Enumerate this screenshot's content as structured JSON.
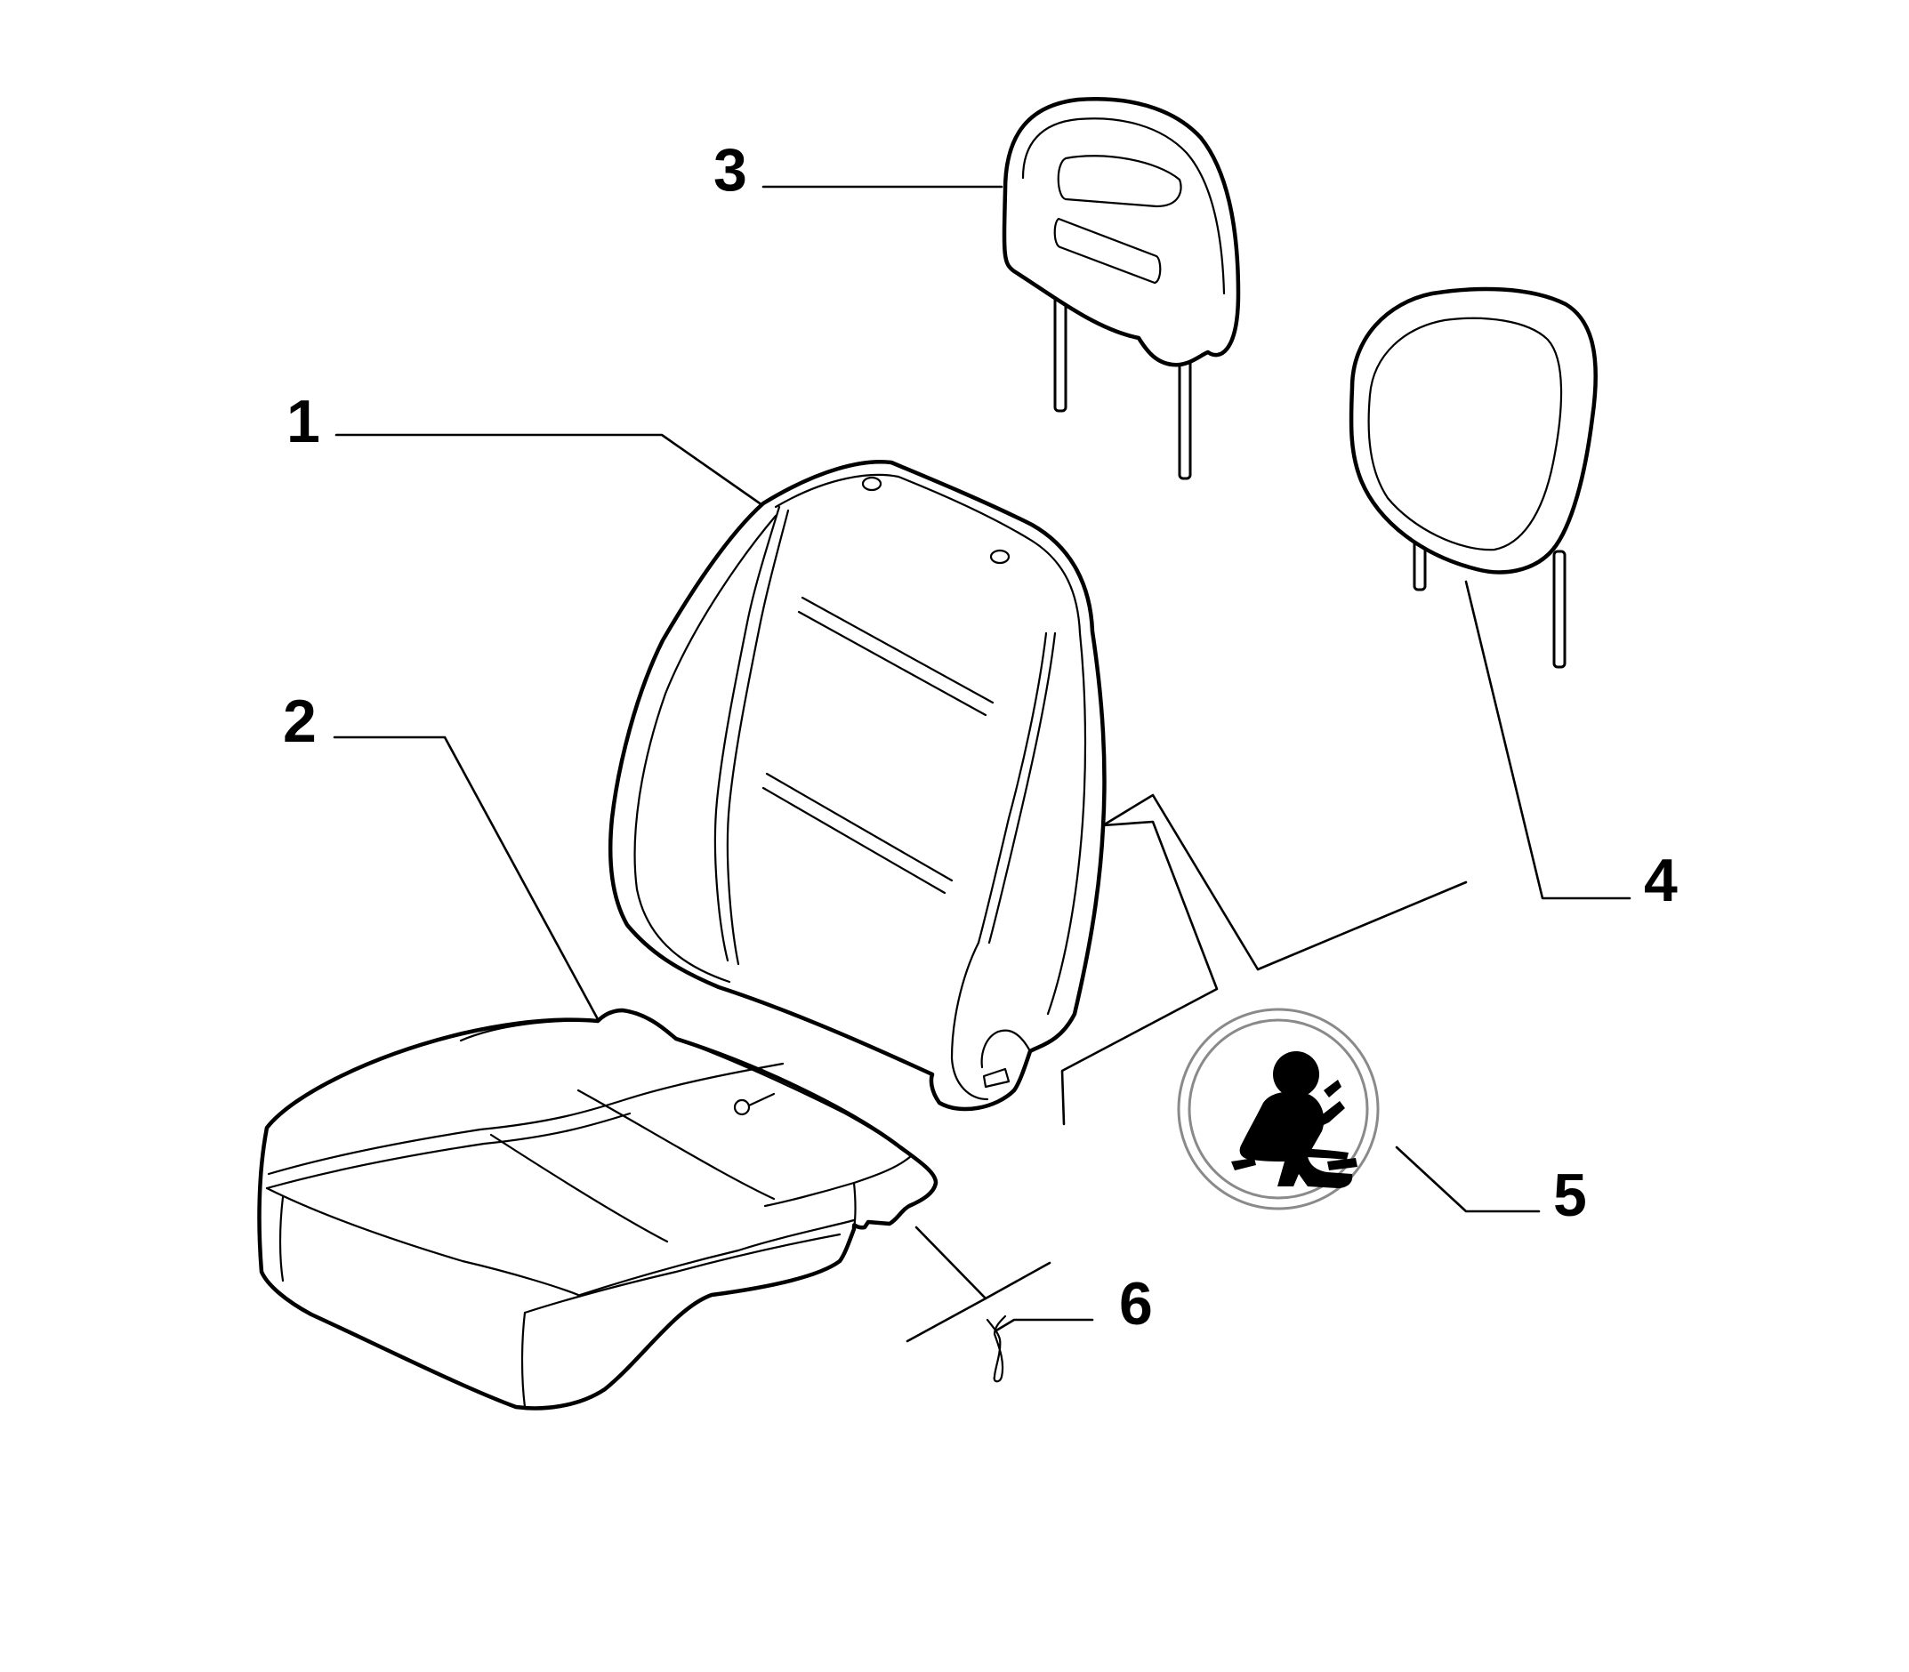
{
  "callouts": [
    {
      "id": "1",
      "label": "1"
    },
    {
      "id": "2",
      "label": "2"
    },
    {
      "id": "3",
      "label": "3"
    },
    {
      "id": "4",
      "label": "4"
    },
    {
      "id": "5",
      "label": "5"
    },
    {
      "id": "6",
      "label": "6"
    }
  ],
  "icons": {
    "seatbelt_label": "seatbelt-icon"
  },
  "colors": {
    "line": "#000000",
    "background": "#ffffff",
    "ring": "#8a8a8a"
  }
}
